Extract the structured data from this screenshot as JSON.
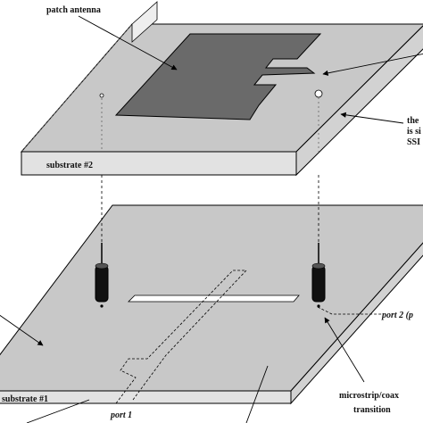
{
  "labels": {
    "patch_antenna": "patch antenna",
    "substrate_2": "substrate #2",
    "right_note_line1": "the",
    "right_note_line2": "is si",
    "right_note_line3": "SSI",
    "port_2": "port 2 (p",
    "port_1": "port 1",
    "substrate_1": "substrate #1",
    "microstrip_line1": "microstrip/coax",
    "microstrip_line2": "transition"
  },
  "colors": {
    "substrate_top": "#c8c8c8",
    "substrate_side": "#e2e2e2",
    "patch": "#6a6a6a",
    "probe": "#111111",
    "line": "#000000"
  }
}
